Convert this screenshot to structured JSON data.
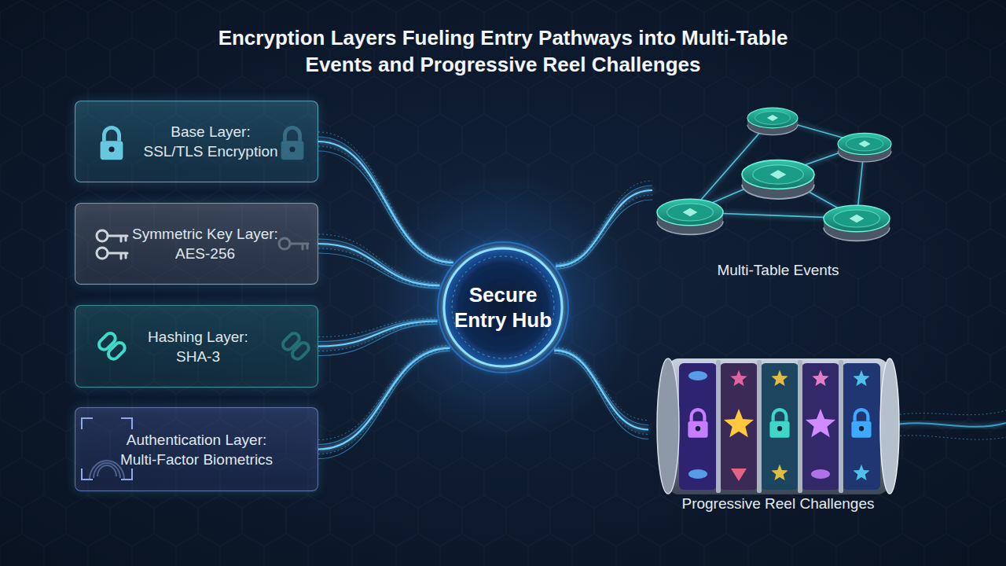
{
  "diagram": {
    "title": "Encryption Layers Fueling Entry Pathways into Multi-Table Events and Progressive Reel Challenges",
    "nodes": [
      {
        "text": [
          "Base Layer: SSL/TLS Encryption"
        ]
      },
      {
        "text": [
          "Symmetric Key Layer: AES-256"
        ]
      },
      {
        "text": [
          "Hashing Layer: SHA-3"
        ]
      },
      {
        "text": [
          "Authentication Layer: Multi-Factor Biometrics"
        ]
      },
      {
        "text": [
          "Secure Entry Hub"
        ]
      },
      {
        "text": [
          "Multi-Table Events"
        ]
      },
      {
        "text": [
          "Progressive Reel Challenges"
        ]
      }
    ],
    "edges": [
      {
        "from": 0,
        "to": 4,
        "arrow": "none"
      },
      {
        "from": 1,
        "to": 4,
        "arrow": "none"
      },
      {
        "from": 2,
        "to": 4,
        "arrow": "none"
      },
      {
        "from": 3,
        "to": 4,
        "arrow": "none"
      },
      {
        "from": 4,
        "to": 5,
        "arrow": "none"
      },
      {
        "from": 4,
        "to": 6,
        "arrow": "none"
      }
    ]
  }
}
